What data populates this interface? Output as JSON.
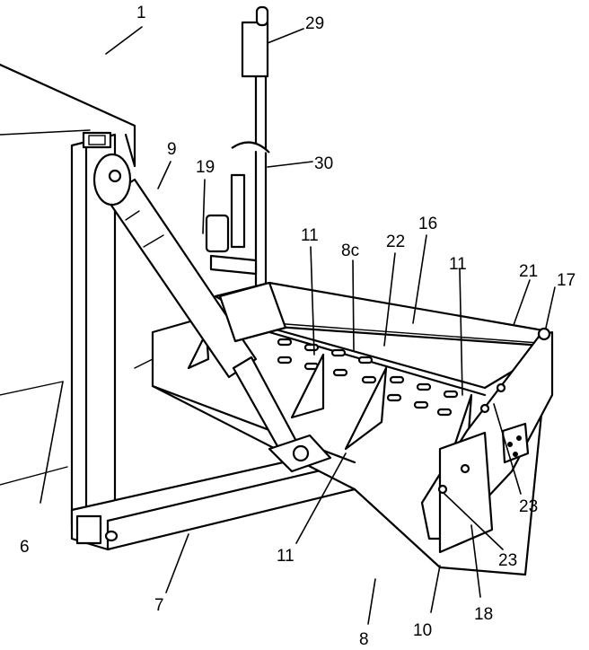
{
  "figure": {
    "labels": {
      "n1": "1",
      "n29": "29",
      "n9": "9",
      "n19": "19",
      "n30": "30",
      "n11a": "11",
      "n8c": "8c",
      "n22": "22",
      "n16": "16",
      "n11b": "11",
      "n21": "21",
      "n17": "17",
      "n23a": "23",
      "n6": "6",
      "n11c": "11",
      "n23b": "23",
      "n7": "7",
      "n18": "18",
      "n10": "10",
      "n8": "8"
    }
  }
}
